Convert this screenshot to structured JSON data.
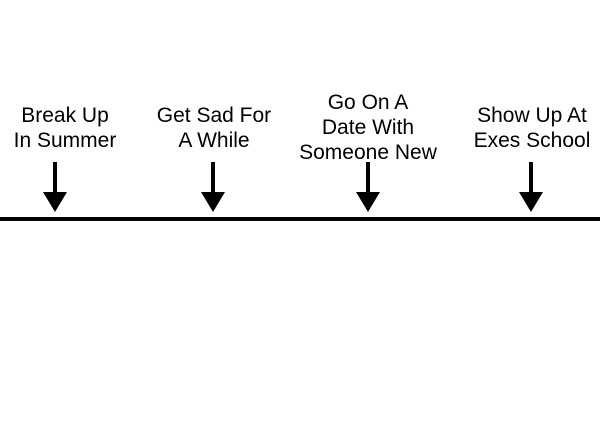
{
  "colors": {
    "background": "#ffffff",
    "line": "#000000",
    "text": "#000000"
  },
  "events": [
    {
      "label": "Break Up\nIn Summer"
    },
    {
      "label": "Get Sad For\nA While"
    },
    {
      "label": "Go On A\nDate With\nSomeone New"
    },
    {
      "label": "Show Up At\nExes School"
    }
  ]
}
